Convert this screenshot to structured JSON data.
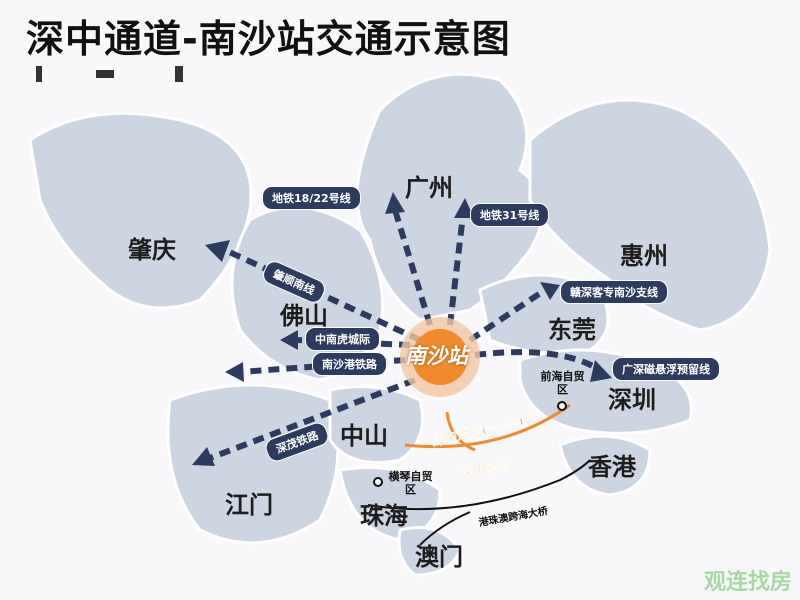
{
  "title": "深中通道-南沙站交通示意图",
  "station": "南沙站",
  "cities": {
    "guangzhou": "广州",
    "zhaoqing": "肇庆",
    "huizhou": "惠州",
    "foshan": "佛山",
    "dongguan": "东莞",
    "shenzhen": "深圳",
    "zhongshan": "中山",
    "hongkong": "香港",
    "jiangmen": "江门",
    "zhuhai": "珠海",
    "macau": "澳门"
  },
  "zones": {
    "hengqin": "横琴自贸区",
    "qianhai": "前海自贸区"
  },
  "lines": {
    "metro18_22": "地铁18/22号线",
    "metro31": "地铁31号线",
    "zhaoshun": "肇顺南线",
    "ganshen": "赣深客专南沙支线",
    "zhongnan": "中南虎城际",
    "nansha_port": "南沙港铁路",
    "guangshen_maglev": "广深磁悬浮预留线",
    "shenmao": "深茂铁路"
  },
  "channel": {
    "main": "深中通道",
    "branch": "深中通道",
    "branch_note": "(万顷沙支线)"
  },
  "bridge": "港珠澳跨海大桥",
  "watermark": "观连找房",
  "colors": {
    "land": "#cdd5e3",
    "route": "#2d3b5e",
    "accent": "#f08a2c"
  }
}
